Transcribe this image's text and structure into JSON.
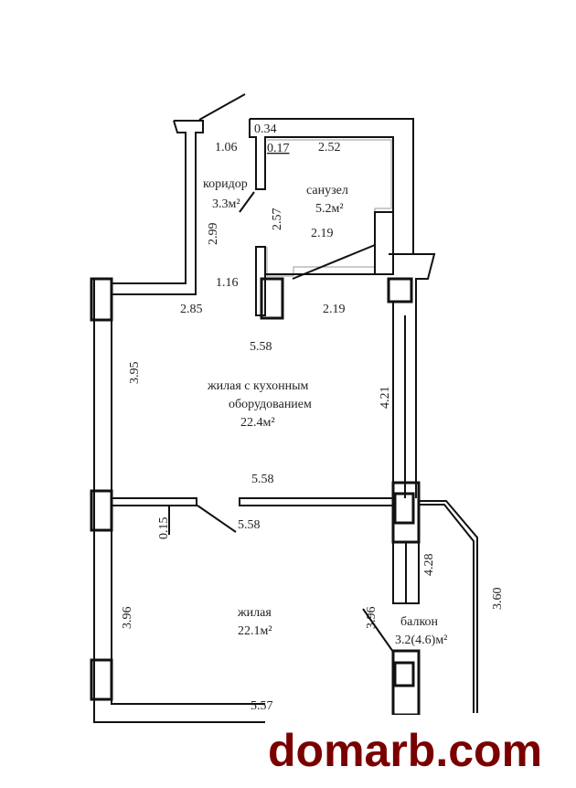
{
  "rooms": {
    "corridor": {
      "name": "коридор",
      "area": "3.3м²"
    },
    "bathroom": {
      "name": "санузел",
      "area": "5.2м²"
    },
    "kitchen_living": {
      "name_line1": "жилая с кухонным",
      "name_line2": "оборудованием",
      "area": "22.4м²"
    },
    "living": {
      "name": "жилая",
      "area": "22.1м²"
    },
    "balcony": {
      "name": "балкон",
      "area": "3.2(4.6)м²"
    }
  },
  "dimensions": {
    "d034": "0.34",
    "d106": "1.06",
    "d017": "0.17",
    "d252": "2.52",
    "d257": "2.57",
    "d299": "2.99",
    "d219a": "2.19",
    "d116": "1.16",
    "d285": "2.85",
    "d219b": "2.19",
    "d558a": "5.58",
    "d395": "3.95",
    "d421": "4.21",
    "d558b": "5.58",
    "d015": "0.15",
    "d558c": "5.58",
    "d428": "4.28",
    "d360": "3.60",
    "d396a": "3.96",
    "d396b": "3.96",
    "d557": "5.57"
  },
  "watermark": "domarb.com"
}
